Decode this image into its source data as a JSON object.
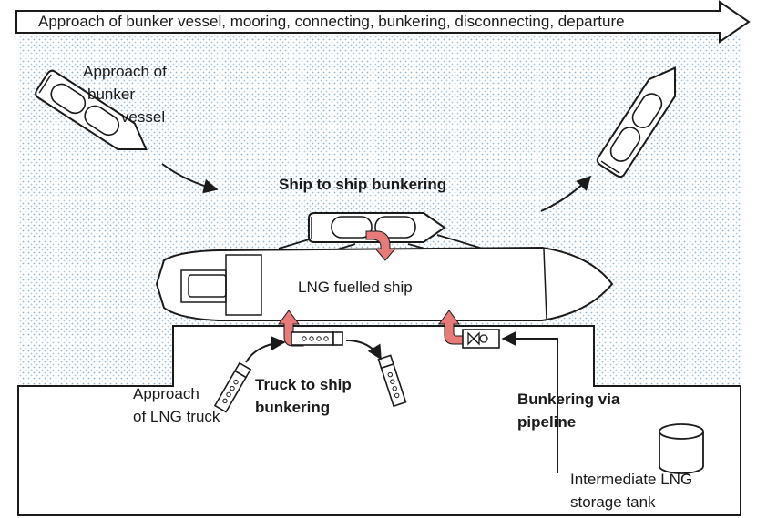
{
  "header": {
    "banner": "Approach of bunker vessel, mooring, connecting, bunkering, disconnecting, departure"
  },
  "labels": {
    "bunker_approach": [
      "Approach of",
      "bunker",
      "vessel"
    ],
    "ship_to_ship": "Ship to ship  bunkering",
    "fuelled_ship": "LNG fuelled ship",
    "truck_approach": [
      "Approach",
      "of LNG truck"
    ],
    "truck_to_ship": [
      "Truck to ship",
      "bunkering"
    ],
    "pipeline": [
      "Bunkering via",
      "pipeline"
    ],
    "storage_tank": [
      "Intermediate LNG",
      "storage tank"
    ]
  },
  "colors": {
    "water": "#c9dbe8",
    "hull": "#ffffff",
    "outline": "#1a1a1a",
    "transfer_arrow": "#e87a7a"
  }
}
